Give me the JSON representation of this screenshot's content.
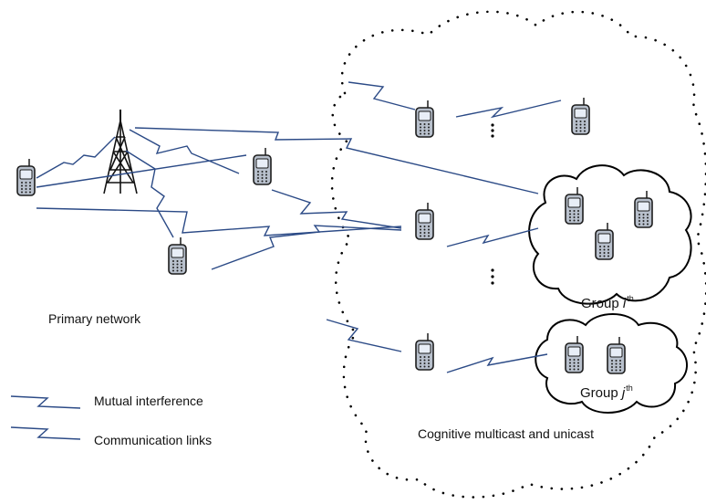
{
  "labels": {
    "primary_network": "Primary network",
    "cognitive": "Cognitive multicast and unicast",
    "group_i": {
      "prefix": "Group ",
      "var": "i",
      "sup": "th"
    },
    "group_j": {
      "prefix": "Group ",
      "var": "j",
      "sup": "th"
    }
  },
  "legend": {
    "mutual_interference": "Mutual interference",
    "communication_links": "Communication links"
  },
  "colors": {
    "interference": "#2b4a86",
    "communication": "#2b4a86",
    "phone_body": "#b8c0cc",
    "phone_screen": "#e8eef7",
    "tower": "#111111",
    "cloud": "#000000"
  },
  "icons": {
    "phone": "mobile-phone-icon",
    "tower": "cell-tower-icon",
    "dots": "ellipsis-vertical"
  }
}
